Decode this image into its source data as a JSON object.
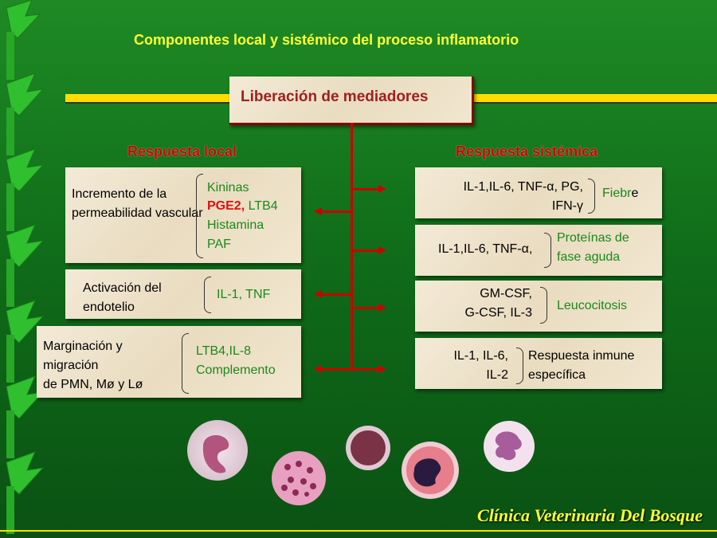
{
  "title": "Componentes local y sistémico del proceso inflamatorio",
  "center": "Liberación de mediadores",
  "local_header": "Respuesta local",
  "systemic_header": "Respuesta sistémica",
  "local": [
    {
      "left1": "Incremento de la",
      "left2": "permeabilidad vascular",
      "r1": "Kininas",
      "r2a": "PGE2,",
      "r2b": " LTB4",
      "r3": "Histamina",
      "r4": "PAF"
    },
    {
      "left1": "Activación del",
      "left2": "endotelio",
      "r1": "IL-1, TNF"
    },
    {
      "left1": "Marginación y",
      "left2": "migración",
      "left3": "de PMN, Mø y Lø",
      "r1": "LTB4,IL-8",
      "r2": "Complemento"
    }
  ],
  "systemic": [
    {
      "l1": "IL-1,IL-6, TNF-α, PG,",
      "l2": "IFN-γ",
      "r1a": "Fiebr",
      "r1b": "e"
    },
    {
      "l1": "IL-1,IL-6, TNF-α,",
      "r1": "Proteínas de",
      "r2": "fase aguda"
    },
    {
      "l1": "GM-CSF,",
      "l2": "G-CSF, IL-3",
      "r1": "Leucocitosis"
    },
    {
      "l1": "IL-1, IL-6,",
      "l2": "IL-2",
      "r1": "Respuesta inmune",
      "r2": "específica"
    }
  ],
  "footer": "Clínica Veterinaria Del Bosque"
}
